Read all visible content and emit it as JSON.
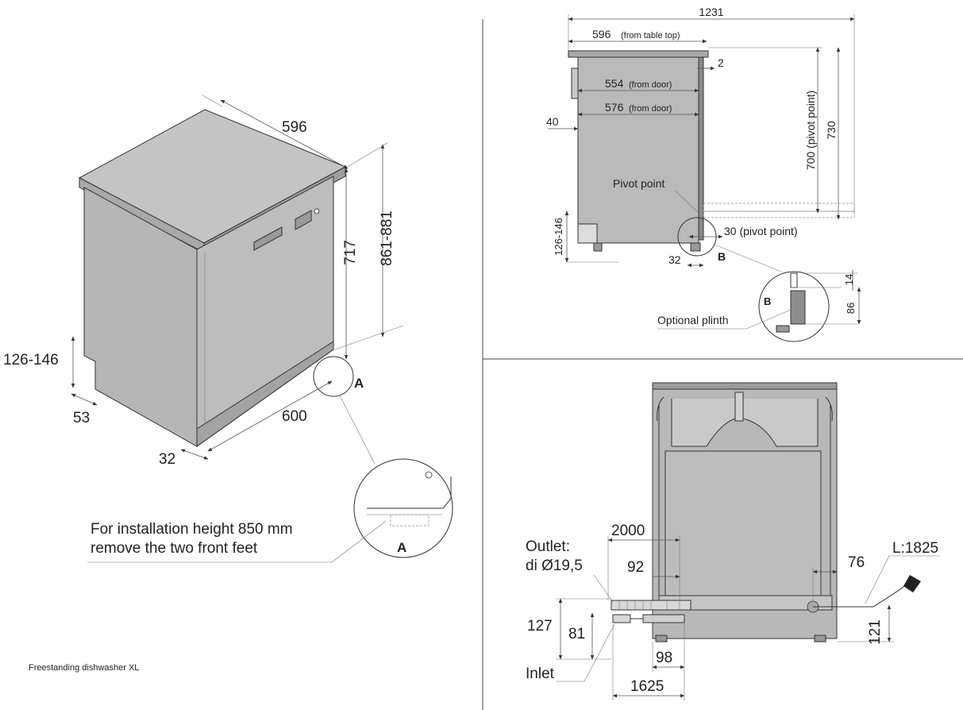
{
  "iso_view": {
    "width": "596",
    "depth": "600",
    "height_body": "717",
    "height_total": "861-881",
    "feet_height": "126-146",
    "foot_offset": "53",
    "door_offset": "32",
    "detail_marker": "A",
    "detail_label": "A",
    "note_line1": "For installation height 850 mm",
    "note_line2": "remove the two front feet"
  },
  "caption": "Freestanding dishwasher XL",
  "side_view": {
    "total_depth": "1231",
    "top_depth": "596",
    "top_depth_note": "(from table top)",
    "gap": "2",
    "depth_554": "554",
    "depth_554_note": "(from door)",
    "depth_576": "576",
    "depth_576_note": "(from door)",
    "back_offset": "40",
    "pivot_label": "Pivot point",
    "pivot_height": "700 (pivot point)",
    "door_height": "730",
    "feet_height": "126-146",
    "pivot_offset": "30 (pivot point)",
    "foot_front": "32",
    "detail_marker": "B",
    "plinth_label": "Optional plinth",
    "plinth_top": "14",
    "plinth_height": "86",
    "detail_label": "B"
  },
  "rear_view": {
    "outlet_label": "Outlet:",
    "outlet_diameter": "di Ø19,5",
    "outlet_length": "2000",
    "outlet_offset": "92",
    "inlet_label": "Inlet",
    "inlet_length": "1625",
    "inlet_offset": "98",
    "height_127": "127",
    "height_81": "81",
    "cable_length": "L:1825",
    "cable_offset": "76",
    "cable_height": "121"
  }
}
